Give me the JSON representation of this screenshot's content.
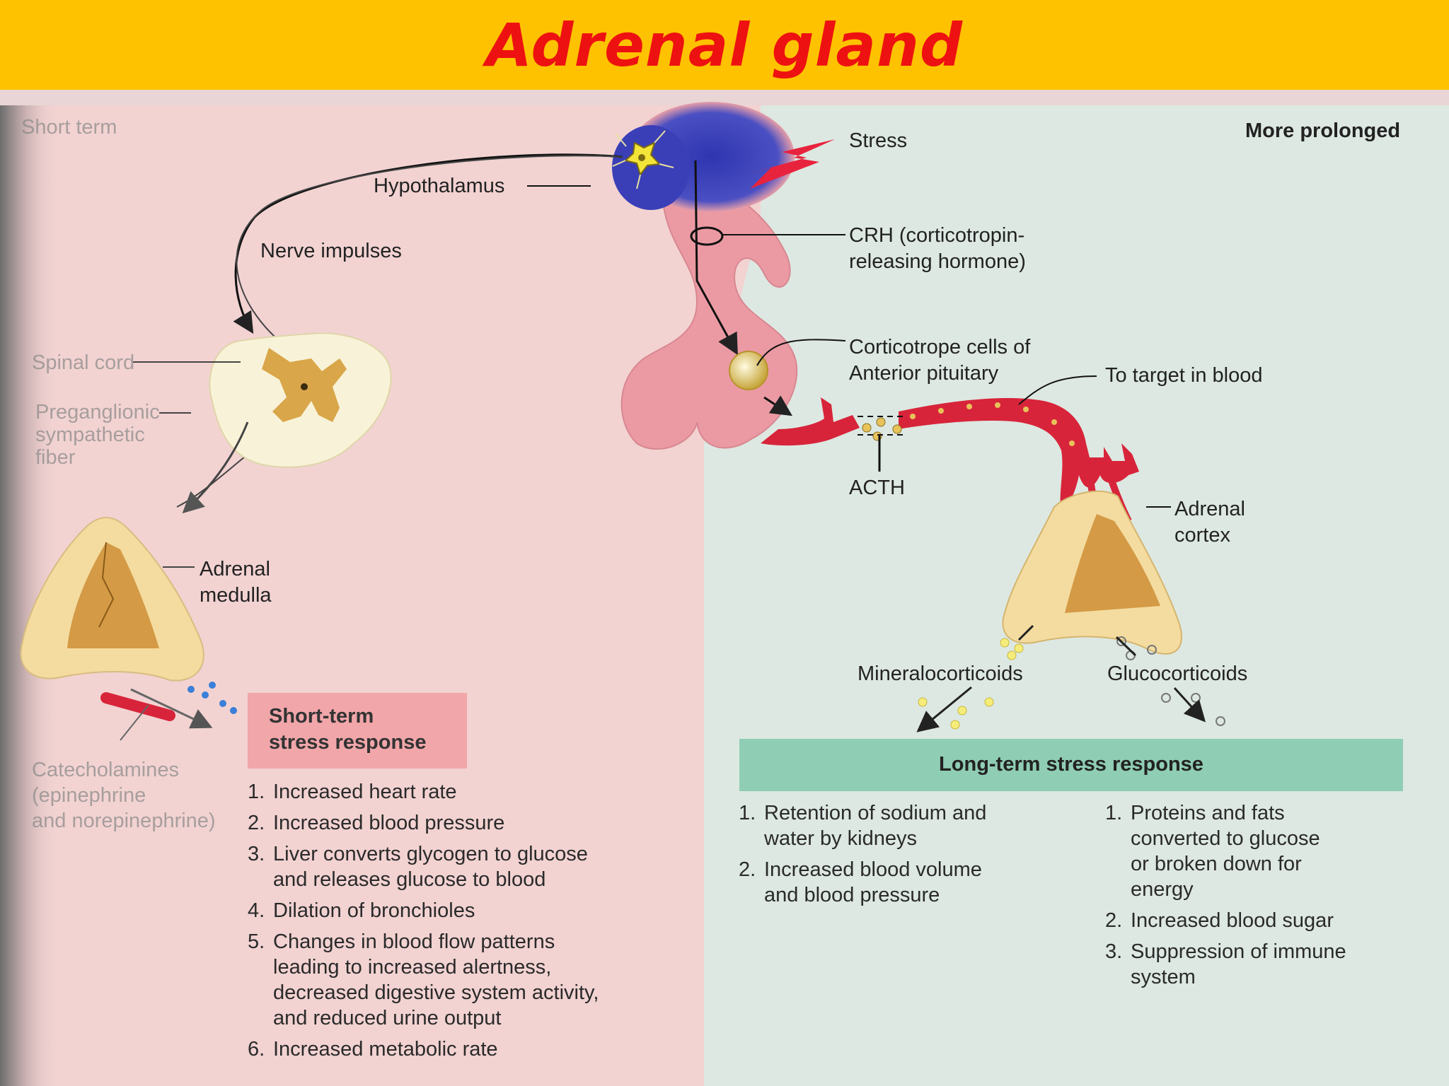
{
  "title": "Adrenal gland",
  "colors": {
    "title_bar": "#fec200",
    "title_text": "#ee1111",
    "short_term_bg": "#f2d3d2",
    "long_term_bg": "#dde8e2",
    "long_term_header": "#8fcdb4",
    "short_term_header": "#f1a6aa",
    "hypothalamus": "#3a3fb7",
    "blood_vessel": "#d8243a"
  },
  "corner_labels": {
    "short_term": "Short term",
    "more_prolonged": "More prolonged"
  },
  "labels": {
    "stress": "Stress",
    "hypothalamus": "Hypothalamus",
    "nerve_impulses": "Nerve impulses",
    "crh": "CRH (corticotropin-\nreleasing hormone)",
    "corticotrope": "Corticotrope cells of\nAnterior pituitary",
    "to_target": "To target in blood",
    "acth": "ACTH",
    "adrenal_cortex": "Adrenal\ncortex",
    "adrenal_medulla": "Adrenal\nmedulla",
    "spinal_cord": "Spinal cord",
    "preganglionic": "Preganglionic\nsympathetic\nfiber",
    "catecholamines": "Catecholamines\n(epinephrine\nand norepinephrine)",
    "mineralocorticoids": "Mineralocorticoids",
    "glucocorticoids": "Glucocorticoids"
  },
  "short_term": {
    "header": "Short-term\nstress response",
    "items": [
      {
        "num": "1.",
        "text": "Increased heart rate"
      },
      {
        "num": "2.",
        "text": "Increased blood pressure"
      },
      {
        "num": "3.",
        "text": "Liver converts glycogen to glucose\nand releases glucose to blood"
      },
      {
        "num": "4.",
        "text": "Dilation of bronchioles"
      },
      {
        "num": "5.",
        "text": "Changes in blood flow patterns\nleading to increased alertness,\ndecreased digestive system activity,\nand reduced urine output"
      },
      {
        "num": "6.",
        "text": "Increased metabolic rate"
      }
    ]
  },
  "long_term": {
    "header": "Long-term stress response",
    "mineralocorticoid_effects": [
      {
        "num": "1.",
        "text": "Retention of sodium and\nwater by kidneys"
      },
      {
        "num": "2.",
        "text": "Increased blood volume\nand blood pressure"
      }
    ],
    "glucocorticoid_effects": [
      {
        "num": "1.",
        "text": "Proteins and fats\nconverted to glucose\nor broken down for\nenergy"
      },
      {
        "num": "2.",
        "text": "Increased blood sugar"
      },
      {
        "num": "3.",
        "text": "Suppression of immune\nsystem"
      }
    ]
  }
}
